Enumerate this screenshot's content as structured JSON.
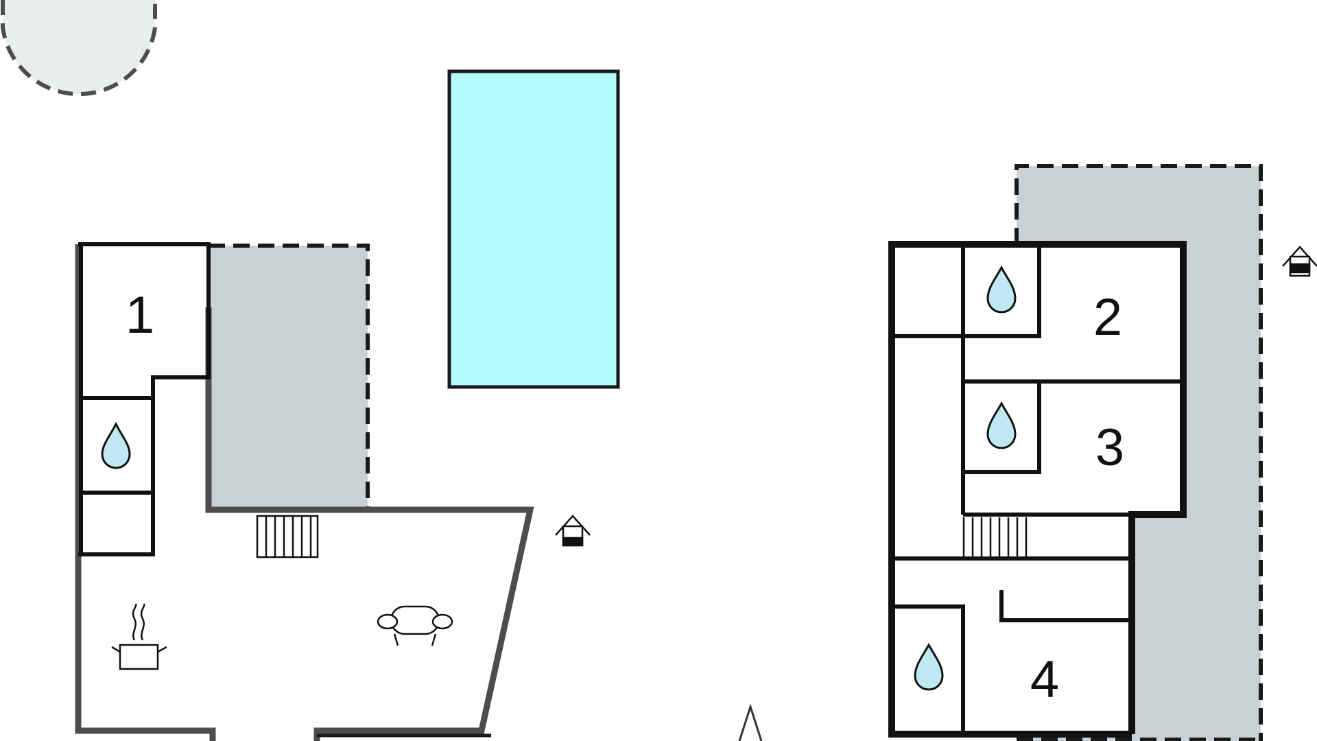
{
  "colors": {
    "wall_dark": "#111111",
    "wall_grey": "#4d4d4d",
    "terrace_fill": "#c9d1d4",
    "pool_fill": "#b3fbfd",
    "water_drop_fill": "#bfe9f2",
    "tree_fill": "#e8eeee",
    "background": "#ffffff"
  },
  "pool": {
    "icon": "swimming-pool"
  },
  "tree": {
    "icon": "tree-circle"
  },
  "left_house": {
    "rooms": [
      {
        "number": "1",
        "type": "bedroom"
      }
    ],
    "bathroom_icon": "water-drop-icon",
    "kitchen_icon": "cooking-pot-icon",
    "living_icon": "sofa-icon",
    "entrance_icon": "house-entrance-icon",
    "stairs_icon": "stairs"
  },
  "right_house": {
    "rooms": [
      {
        "number": "2",
        "type": "bedroom"
      },
      {
        "number": "3",
        "type": "bedroom"
      },
      {
        "number": "4",
        "type": "bedroom"
      }
    ],
    "bathroom_icons": [
      "water-drop-icon",
      "water-drop-icon",
      "water-drop-icon"
    ],
    "entrance_icon": "house-entrance-icon",
    "stairs_icon": "stairs"
  },
  "compass_icon": "north-arrow-icon"
}
